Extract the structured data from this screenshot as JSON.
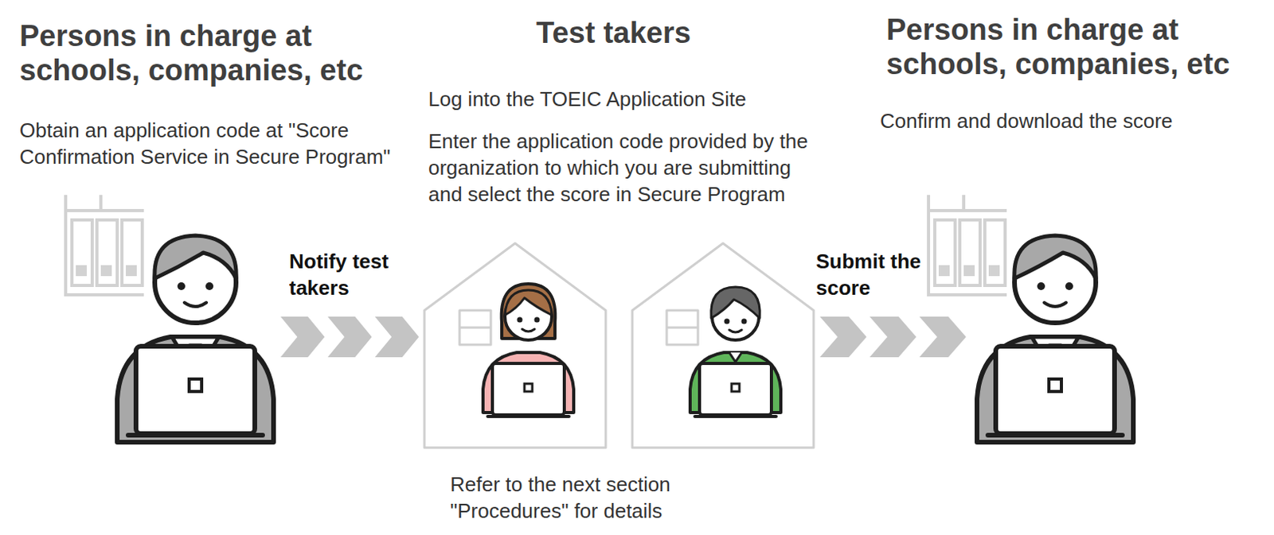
{
  "diagram": {
    "nodes": [
      {
        "text": [
          "Persons in charge at schools, companies, etc",
          "Obtain an application code at \"Score Confirmation Service in Secure Program\""
        ]
      },
      {
        "text": [
          "Test takers",
          "Log into the TOEIC Application Site",
          "Enter the application code provided by the organization to which you are submitting and select the score in Secure Program",
          "Refer to the next section \"Procedures\" for details"
        ]
      },
      {
        "text": [
          "Persons in charge at schools, companies, etc",
          "Confirm and download the score"
        ]
      }
    ],
    "edges": [
      {
        "from": 0,
        "to": 1,
        "label": "Notify test takers",
        "arrow": "to"
      },
      {
        "from": 1,
        "to": 2,
        "label": "Submit the score",
        "arrow": "to"
      }
    ]
  }
}
